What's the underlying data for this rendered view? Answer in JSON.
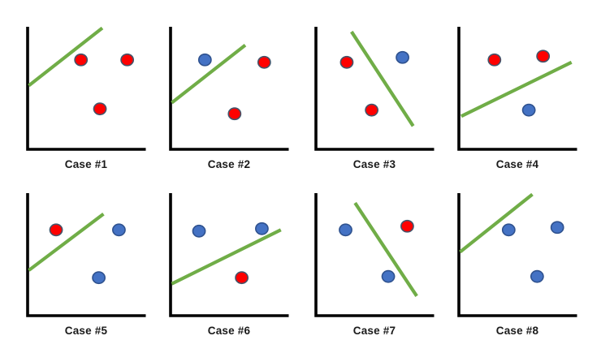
{
  "page": {
    "background": "#FFFFFF",
    "description": "Grid of eight mini scatter plots, each showing a green decision line separating red and blue points"
  },
  "style": {
    "axis_color": "#000000",
    "line_color": "#70AD47",
    "label_color": "#1A1A1A",
    "class_colors": {
      "red": {
        "fill": "#FF0000",
        "stroke": "#44546A"
      },
      "blue": {
        "fill": "#4472C4",
        "stroke": "#2F528F"
      }
    }
  },
  "chart_data": [
    {
      "label": "Case #1",
      "type": "scatter",
      "x_range": [
        0,
        1
      ],
      "y_range": [
        0,
        1
      ],
      "points": [
        {
          "x": 0.45,
          "y": 0.73,
          "class": "red"
        },
        {
          "x": 0.84,
          "y": 0.73,
          "class": "red"
        },
        {
          "x": 0.61,
          "y": 0.33,
          "class": "red"
        }
      ],
      "decision_line": {
        "x1": 0.01,
        "y1": 0.52,
        "x2": 0.63,
        "y2": 0.99
      }
    },
    {
      "label": "Case #2",
      "type": "scatter",
      "x_range": [
        0,
        1
      ],
      "y_range": [
        0,
        1
      ],
      "points": [
        {
          "x": 0.29,
          "y": 0.73,
          "class": "blue"
        },
        {
          "x": 0.79,
          "y": 0.71,
          "class": "red"
        },
        {
          "x": 0.54,
          "y": 0.29,
          "class": "red"
        }
      ],
      "decision_line": {
        "x1": 0.01,
        "y1": 0.38,
        "x2": 0.63,
        "y2": 0.85
      }
    },
    {
      "label": "Case #3",
      "type": "scatter",
      "x_range": [
        0,
        1
      ],
      "y_range": [
        0,
        1
      ],
      "points": [
        {
          "x": 0.26,
          "y": 0.71,
          "class": "red"
        },
        {
          "x": 0.73,
          "y": 0.75,
          "class": "blue"
        },
        {
          "x": 0.47,
          "y": 0.32,
          "class": "red"
        }
      ],
      "decision_line": {
        "x1": 0.3,
        "y1": 0.96,
        "x2": 0.82,
        "y2": 0.19
      }
    },
    {
      "label": "Case #4",
      "type": "scatter",
      "x_range": [
        0,
        1
      ],
      "y_range": [
        0,
        1
      ],
      "points": [
        {
          "x": 0.3,
          "y": 0.73,
          "class": "red"
        },
        {
          "x": 0.71,
          "y": 0.76,
          "class": "red"
        },
        {
          "x": 0.59,
          "y": 0.32,
          "class": "blue"
        }
      ],
      "decision_line": {
        "x1": 0.02,
        "y1": 0.27,
        "x2": 0.95,
        "y2": 0.71
      }
    },
    {
      "label": "Case #5",
      "type": "scatter",
      "x_range": [
        0,
        1
      ],
      "y_range": [
        0,
        1
      ],
      "points": [
        {
          "x": 0.24,
          "y": 0.7,
          "class": "red"
        },
        {
          "x": 0.77,
          "y": 0.7,
          "class": "blue"
        },
        {
          "x": 0.6,
          "y": 0.31,
          "class": "blue"
        }
      ],
      "decision_line": {
        "x1": 0.01,
        "y1": 0.37,
        "x2": 0.64,
        "y2": 0.83
      }
    },
    {
      "label": "Case #6",
      "type": "scatter",
      "x_range": [
        0,
        1
      ],
      "y_range": [
        0,
        1
      ],
      "points": [
        {
          "x": 0.24,
          "y": 0.69,
          "class": "blue"
        },
        {
          "x": 0.77,
          "y": 0.71,
          "class": "blue"
        },
        {
          "x": 0.6,
          "y": 0.31,
          "class": "red"
        }
      ],
      "decision_line": {
        "x1": 0.01,
        "y1": 0.26,
        "x2": 0.93,
        "y2": 0.7
      }
    },
    {
      "label": "Case #7",
      "type": "scatter",
      "x_range": [
        0,
        1
      ],
      "y_range": [
        0,
        1
      ],
      "points": [
        {
          "x": 0.25,
          "y": 0.7,
          "class": "blue"
        },
        {
          "x": 0.77,
          "y": 0.73,
          "class": "red"
        },
        {
          "x": 0.61,
          "y": 0.32,
          "class": "blue"
        }
      ],
      "decision_line": {
        "x1": 0.33,
        "y1": 0.92,
        "x2": 0.85,
        "y2": 0.16
      }
    },
    {
      "label": "Case #8",
      "type": "scatter",
      "x_range": [
        0,
        1
      ],
      "y_range": [
        0,
        1
      ],
      "points": [
        {
          "x": 0.42,
          "y": 0.7,
          "class": "blue"
        },
        {
          "x": 0.83,
          "y": 0.72,
          "class": "blue"
        },
        {
          "x": 0.66,
          "y": 0.32,
          "class": "blue"
        }
      ],
      "decision_line": {
        "x1": 0.01,
        "y1": 0.52,
        "x2": 0.62,
        "y2": 0.99
      }
    }
  ]
}
